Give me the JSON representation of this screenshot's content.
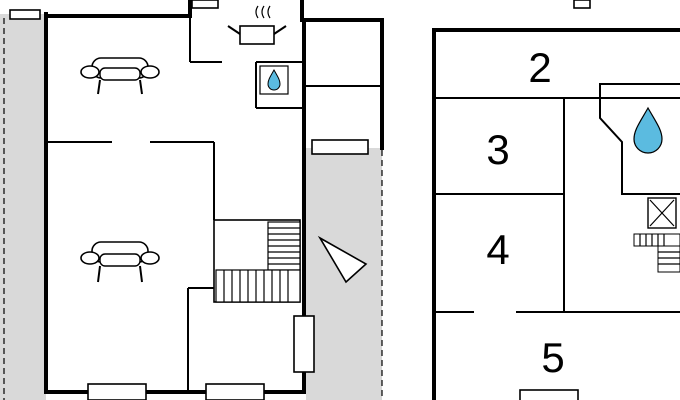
{
  "plan": {
    "icons": {
      "sofa": "sofa-icon",
      "water": "water-drop-icon",
      "stove": "stove-icon",
      "stairs": "stairs-icon",
      "compass": "compass-arrow-icon"
    },
    "colors": {
      "wall": "#000000",
      "terrace": "#d9d9d9",
      "water_drop": "#5bbbe0",
      "background": "#ffffff"
    },
    "rooms": [
      {
        "number": "2"
      },
      {
        "number": "3"
      },
      {
        "number": "4"
      },
      {
        "number": "5"
      }
    ]
  }
}
